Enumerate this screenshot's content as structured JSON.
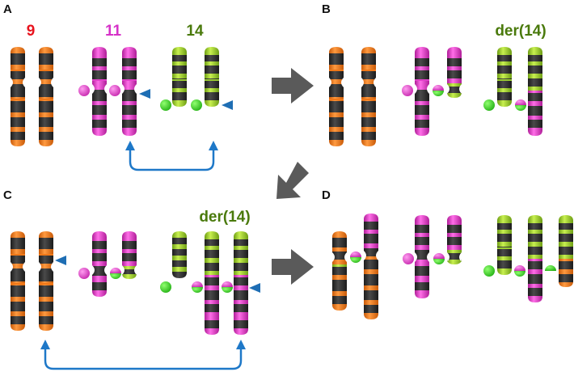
{
  "panels": [
    {
      "letter": "A"
    },
    {
      "letter": "B"
    },
    {
      "letter": "C"
    },
    {
      "letter": "D"
    }
  ],
  "labels": {
    "chr9": "9",
    "chr11": "11",
    "chr14": "14",
    "der14_b": "der(14)",
    "der14_c": "der(14)"
  },
  "colors": {
    "chr9": "#f07818",
    "chr11": "#e040c8",
    "chr14": "#9acd32",
    "band": "#2e2e2e",
    "label9": "#e8141e",
    "label11": "#d632c8",
    "label14": "#4a7a0c",
    "arrow_gray": "#5a5a5a",
    "arrow_blue": "#1e78c8",
    "pointer": "#1e6eb4"
  },
  "icons": {
    "breakpoint": "blue-triangle-pointer",
    "centromere": "colored-circle-pair",
    "step": "gray-block-arrow",
    "exchange": "blue-double-headed-bracket-arrow"
  }
}
